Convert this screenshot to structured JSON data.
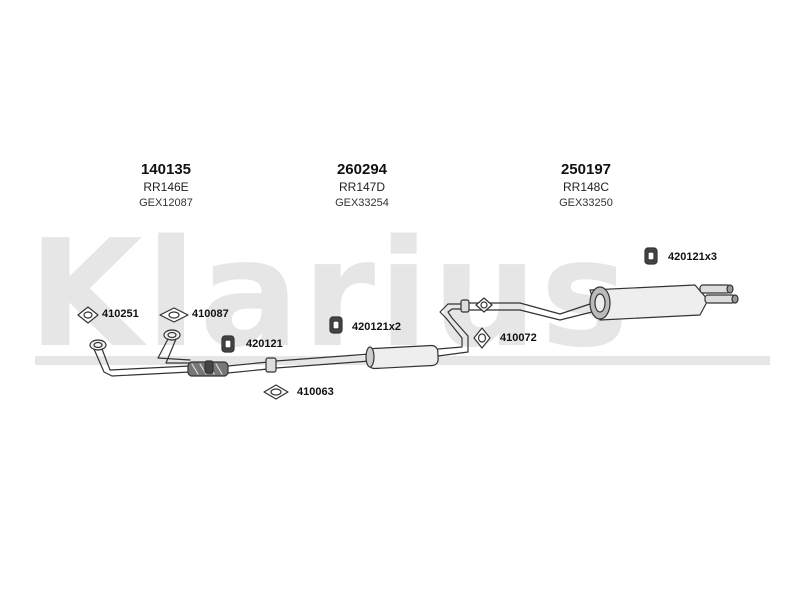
{
  "watermark": {
    "text": "Klarius"
  },
  "sections": [
    {
      "part_number": "140135",
      "ref_code": "RR146E",
      "oe_code": "GEX12087"
    },
    {
      "part_number": "260294",
      "ref_code": "RR147D",
      "oe_code": "GEX33254"
    },
    {
      "part_number": "250197",
      "ref_code": "RR148C",
      "oe_code": "GEX33250"
    }
  ],
  "labels": {
    "gasket_410251": "410251",
    "gasket_410087": "410087",
    "mount_420121": "420121",
    "gasket_410063": "410063",
    "mount_420121x2": "420121x2",
    "gasket_410072": "410072",
    "mount_420121x3": "420121x3"
  },
  "colors": {
    "line": "#333333",
    "fill_light": "#e8e8e8",
    "fill_dark": "#555555",
    "watermark": "#e6e6e6"
  }
}
